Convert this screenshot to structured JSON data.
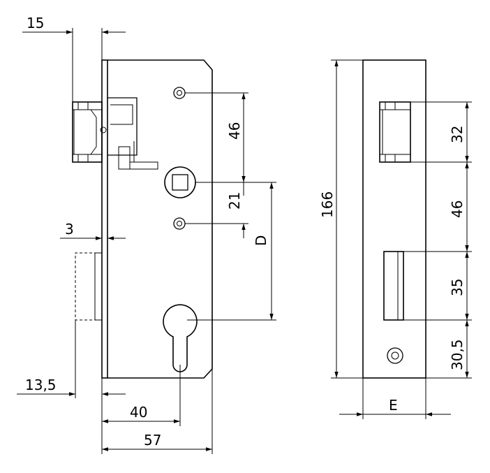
{
  "dimensions": {
    "backset_front_thickness": "15",
    "plate_thickness": "3",
    "front_offset": "13,5",
    "backset": "40",
    "case_depth": "57",
    "handle_to_top_screw": "46",
    "handle_to_bottom_screw": "21",
    "distance_handle_to_cylinder": "D",
    "front_plate_length": "166",
    "latch_height": "32",
    "latch_to_bolt": "46",
    "bolt_height": "35",
    "bolt_to_bottom": "30,5",
    "front_plate_width": "E"
  }
}
